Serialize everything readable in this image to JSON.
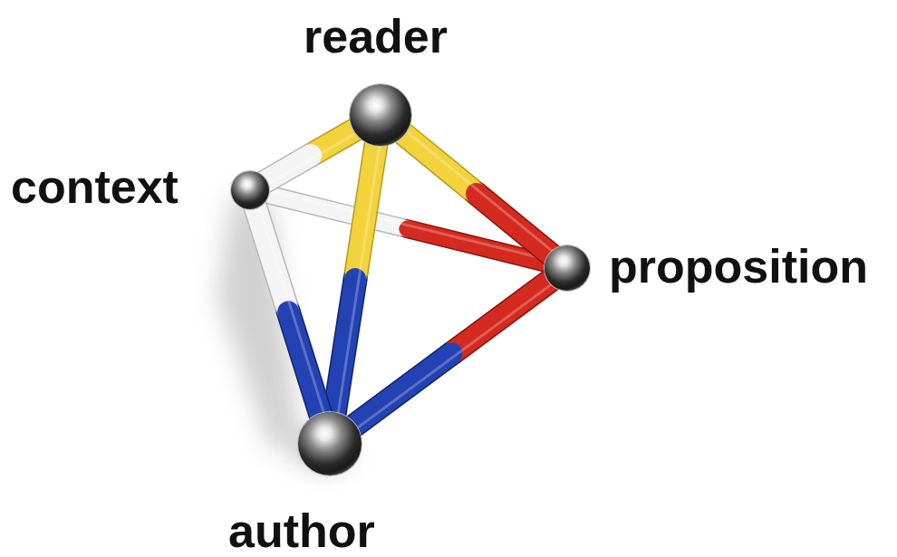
{
  "diagram": {
    "nodes": [
      {
        "text": [
          "reader"
        ]
      },
      {
        "text": [
          "context"
        ]
      },
      {
        "text": [
          "proposition"
        ]
      },
      {
        "text": [
          "author"
        ]
      }
    ],
    "edges": [
      {
        "from": 0,
        "to": 1,
        "arrow": "none"
      },
      {
        "from": 0,
        "to": 2,
        "arrow": "none"
      },
      {
        "from": 0,
        "to": 3,
        "arrow": "none"
      },
      {
        "from": 1,
        "to": 3,
        "arrow": "none"
      },
      {
        "from": 1,
        "to": 2,
        "arrow": "none"
      },
      {
        "from": 2,
        "to": 3,
        "arrow": "none"
      }
    ]
  }
}
